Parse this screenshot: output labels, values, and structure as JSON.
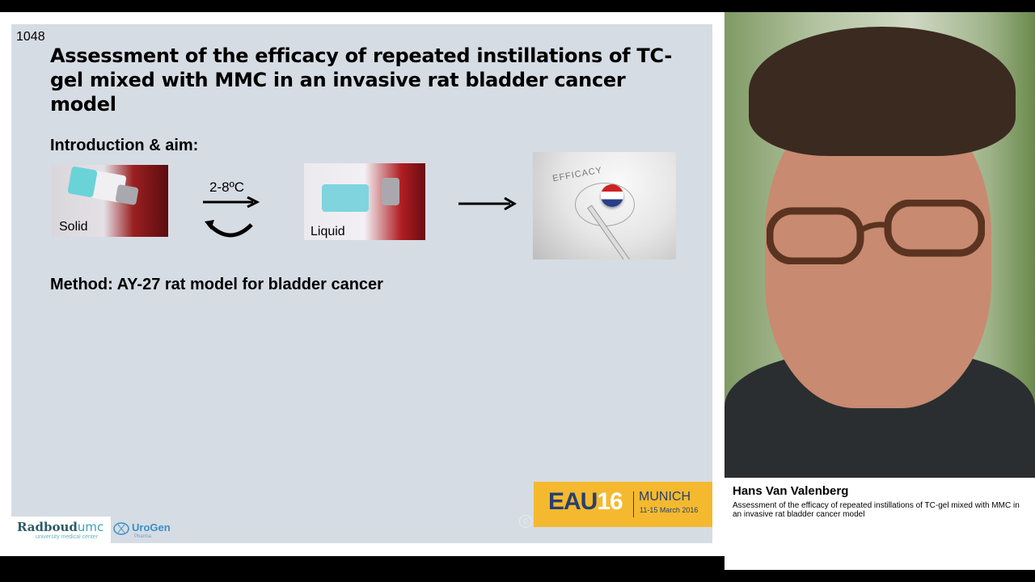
{
  "slide": {
    "number": "1048",
    "title": "Assessment of the efficacy of repeated instillations of TC-gel mixed with MMC in an invasive rat bladder cancer model",
    "intro_heading": "Introduction & aim:",
    "method_heading": "Method: AY-27 rat model for bladder cancer",
    "images": {
      "solid_label": "Solid",
      "temperature_label": "2-8ºC",
      "liquid_label": "Liquid",
      "efficacy_text": "EFFICACY"
    },
    "logos": {
      "radboud_name": "Radboud",
      "radboud_umc": "umc",
      "radboud_sub": "university medical center",
      "urogen_name": "UroGen",
      "urogen_sub": "Pharma"
    },
    "banner": {
      "eau": "EAU",
      "year": "16",
      "city": "MUNICH",
      "dates": "11-15 March 2016",
      "brand_color": "#f4b92f",
      "text_color": "#27406e"
    },
    "copyright_symbol": "©"
  },
  "caption": {
    "speaker_name": "Hans Van Valenberg",
    "talk_title": "Assessment of the efficacy of repeated instillations of TC-gel mixed with MMC in an invasive rat bladder cancer model"
  }
}
